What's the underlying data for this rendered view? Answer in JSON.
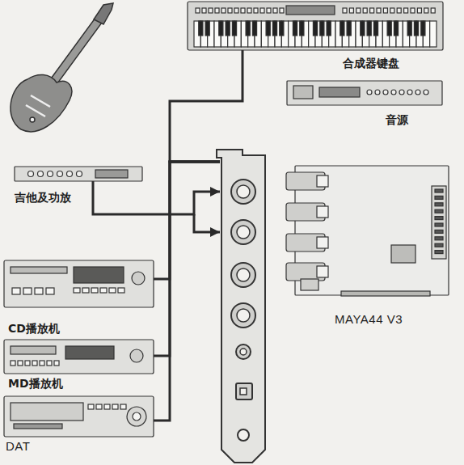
{
  "diagram": {
    "nodes": [
      {
        "text": [
          "合成器键盘"
        ]
      },
      {
        "text": [
          "音源"
        ]
      },
      {
        "text": [
          "吉他及功放"
        ]
      },
      {
        "text": [
          "MAYA44 V3"
        ]
      },
      {
        "text": [
          "CD播放机"
        ]
      },
      {
        "text": [
          "MD播放机"
        ]
      },
      {
        "text": [
          "DAT"
        ]
      }
    ],
    "edges": [
      {
        "from": 2,
        "to": 3,
        "arrow": "to"
      },
      {
        "from": 0,
        "to": 3,
        "arrow": "none"
      },
      {
        "from": 4,
        "to": 3,
        "arrow": "none"
      },
      {
        "from": 5,
        "to": 3,
        "arrow": "none"
      },
      {
        "from": 6,
        "to": 3,
        "arrow": "none"
      }
    ]
  }
}
